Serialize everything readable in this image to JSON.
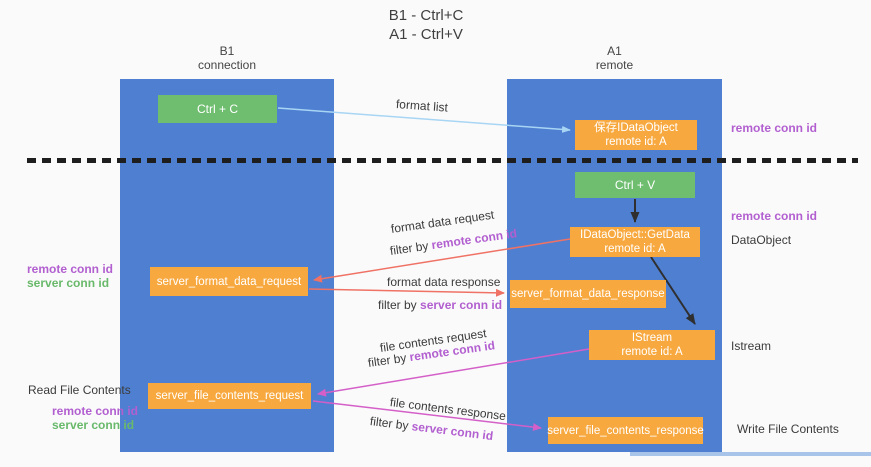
{
  "title": {
    "line1": "B1 - Ctrl+C",
    "line2": "A1 - Ctrl+V"
  },
  "lanes": {
    "left": {
      "name": "B1",
      "role": "connection"
    },
    "right": {
      "name": "A1",
      "role": "remote"
    }
  },
  "nodes": {
    "ctrl_c": {
      "label": "Ctrl + C"
    },
    "ctrl_v": {
      "label": "Ctrl + V"
    },
    "save_dataobject": {
      "line1": "保存IDataObject",
      "line2": "remote id: A"
    },
    "getdata": {
      "line1": "IDataObject::GetData",
      "line2": "remote id: A"
    },
    "istream": {
      "line1": "IStream",
      "line2": "remote id: A"
    },
    "format_request": {
      "label": "server_format_data_request"
    },
    "format_response": {
      "label": "server_format_data_response"
    },
    "file_request": {
      "label": "server_file_contents_request"
    },
    "file_response": {
      "label": "server_file_contents_response"
    }
  },
  "edge_labels": {
    "format_list": "format list",
    "format_data_request": "format data request",
    "format_data_request_filter": {
      "prefix": "filter by ",
      "key": "remote conn id"
    },
    "format_data_response": "format data response",
    "format_data_response_filter": {
      "prefix": "filter by ",
      "key": "server conn id"
    },
    "file_contents_request": "file contents request",
    "file_contents_request_filter": {
      "prefix": "filter by ",
      "key": "remote conn id"
    },
    "file_contents_response": "file contents response",
    "file_contents_response_filter": {
      "prefix": "filter by ",
      "key": "server conn id"
    }
  },
  "side_labels": {
    "right_top_conn_id": "remote conn id",
    "right_mid_conn_id": "remote conn id",
    "dataobject": "DataObject",
    "istream": "Istream",
    "write_file_contents": "Write File Contents",
    "read_file_contents": "Read File Contents",
    "left_mid": {
      "remote": "remote conn id",
      "server": "server conn id"
    },
    "left_bottom": {
      "remote": "remote conn id",
      "server": "server conn id"
    }
  },
  "colors": {
    "lane_blue": "#4e7fd1",
    "box_green": "#6fbe70",
    "box_orange": "#f7a83f",
    "purple_text": "#b25fd0",
    "green_text": "#69b96b",
    "salmon_arrow": "#ef7265",
    "pink_arrow": "#d45fc8",
    "light_blue_arrow": "#a8d5f4",
    "black_arrow": "#2f2f2f"
  }
}
